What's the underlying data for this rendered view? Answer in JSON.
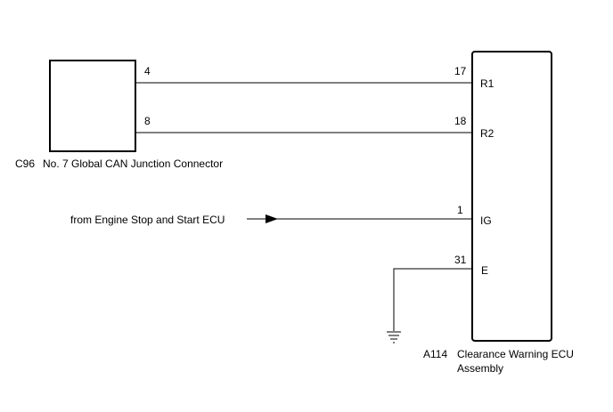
{
  "connector": {
    "code": "C96",
    "name": "No. 7 Global CAN Junction Connector",
    "pins": [
      "4",
      "8"
    ]
  },
  "ecu": {
    "code": "A114",
    "name_line1": "Clearance Warning ECU",
    "name_line2": "Assembly",
    "pins": [
      {
        "number": "17",
        "signal": "R1"
      },
      {
        "number": "18",
        "signal": "R2"
      },
      {
        "number": "1",
        "signal": "IG"
      },
      {
        "number": "31",
        "signal": "E"
      }
    ]
  },
  "source": {
    "label": "from Engine Stop and Start ECU"
  }
}
